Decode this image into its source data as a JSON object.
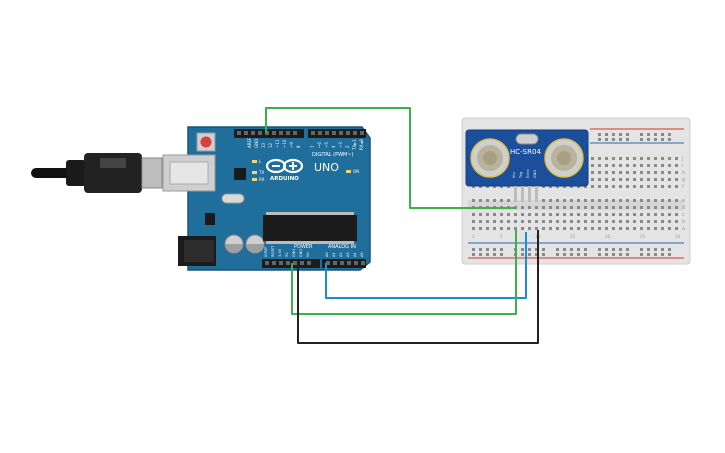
{
  "arduino": {
    "logo_text": "ARDUINO",
    "model": "UNO",
    "digital_header": "DIGITAL (PWM~)",
    "power_header": "POWER",
    "analog_header": "ANALOG IN",
    "label_aref": "AREF",
    "label_gnd": "GND",
    "label_l": "L",
    "label_tx": "TX",
    "label_rx": "RX",
    "label_on": "ON",
    "label_txd": "TX►1",
    "label_rxd": "RX◄0",
    "digital_pins": [
      "13",
      "12",
      "~11",
      "~10",
      "~9",
      "8",
      "7",
      "~6",
      "~5",
      "4",
      "~3",
      "2"
    ],
    "power_pins": [
      "IOREF",
      "RESET",
      "3.3V",
      "5V",
      "GND",
      "GND",
      "Vin"
    ],
    "analog_pins": [
      "A0",
      "A1",
      "A2",
      "A3",
      "A4",
      "A5"
    ]
  },
  "sensor": {
    "model": "HC-SR04",
    "pin_labels": [
      "Vcc",
      "Trig",
      "Echo",
      "GND"
    ]
  },
  "breadboard": {
    "row_letters_top": [
      "j",
      "i",
      "h",
      "g",
      "f"
    ],
    "row_letters_bottom": [
      "e",
      "d",
      "c",
      "b",
      "a"
    ],
    "column_numbers": [
      "1",
      "5",
      "10",
      "15",
      "20",
      "25",
      "30"
    ]
  },
  "colors": {
    "board_blue": "#1f6e9c",
    "wire_green": "#3cb04a",
    "wire_blue": "#1d8fcf",
    "wire_black": "#222222",
    "sensor_blue": "#1b4f9c",
    "rail_red": "#d9534f",
    "rail_blue": "#4a7fc1"
  }
}
